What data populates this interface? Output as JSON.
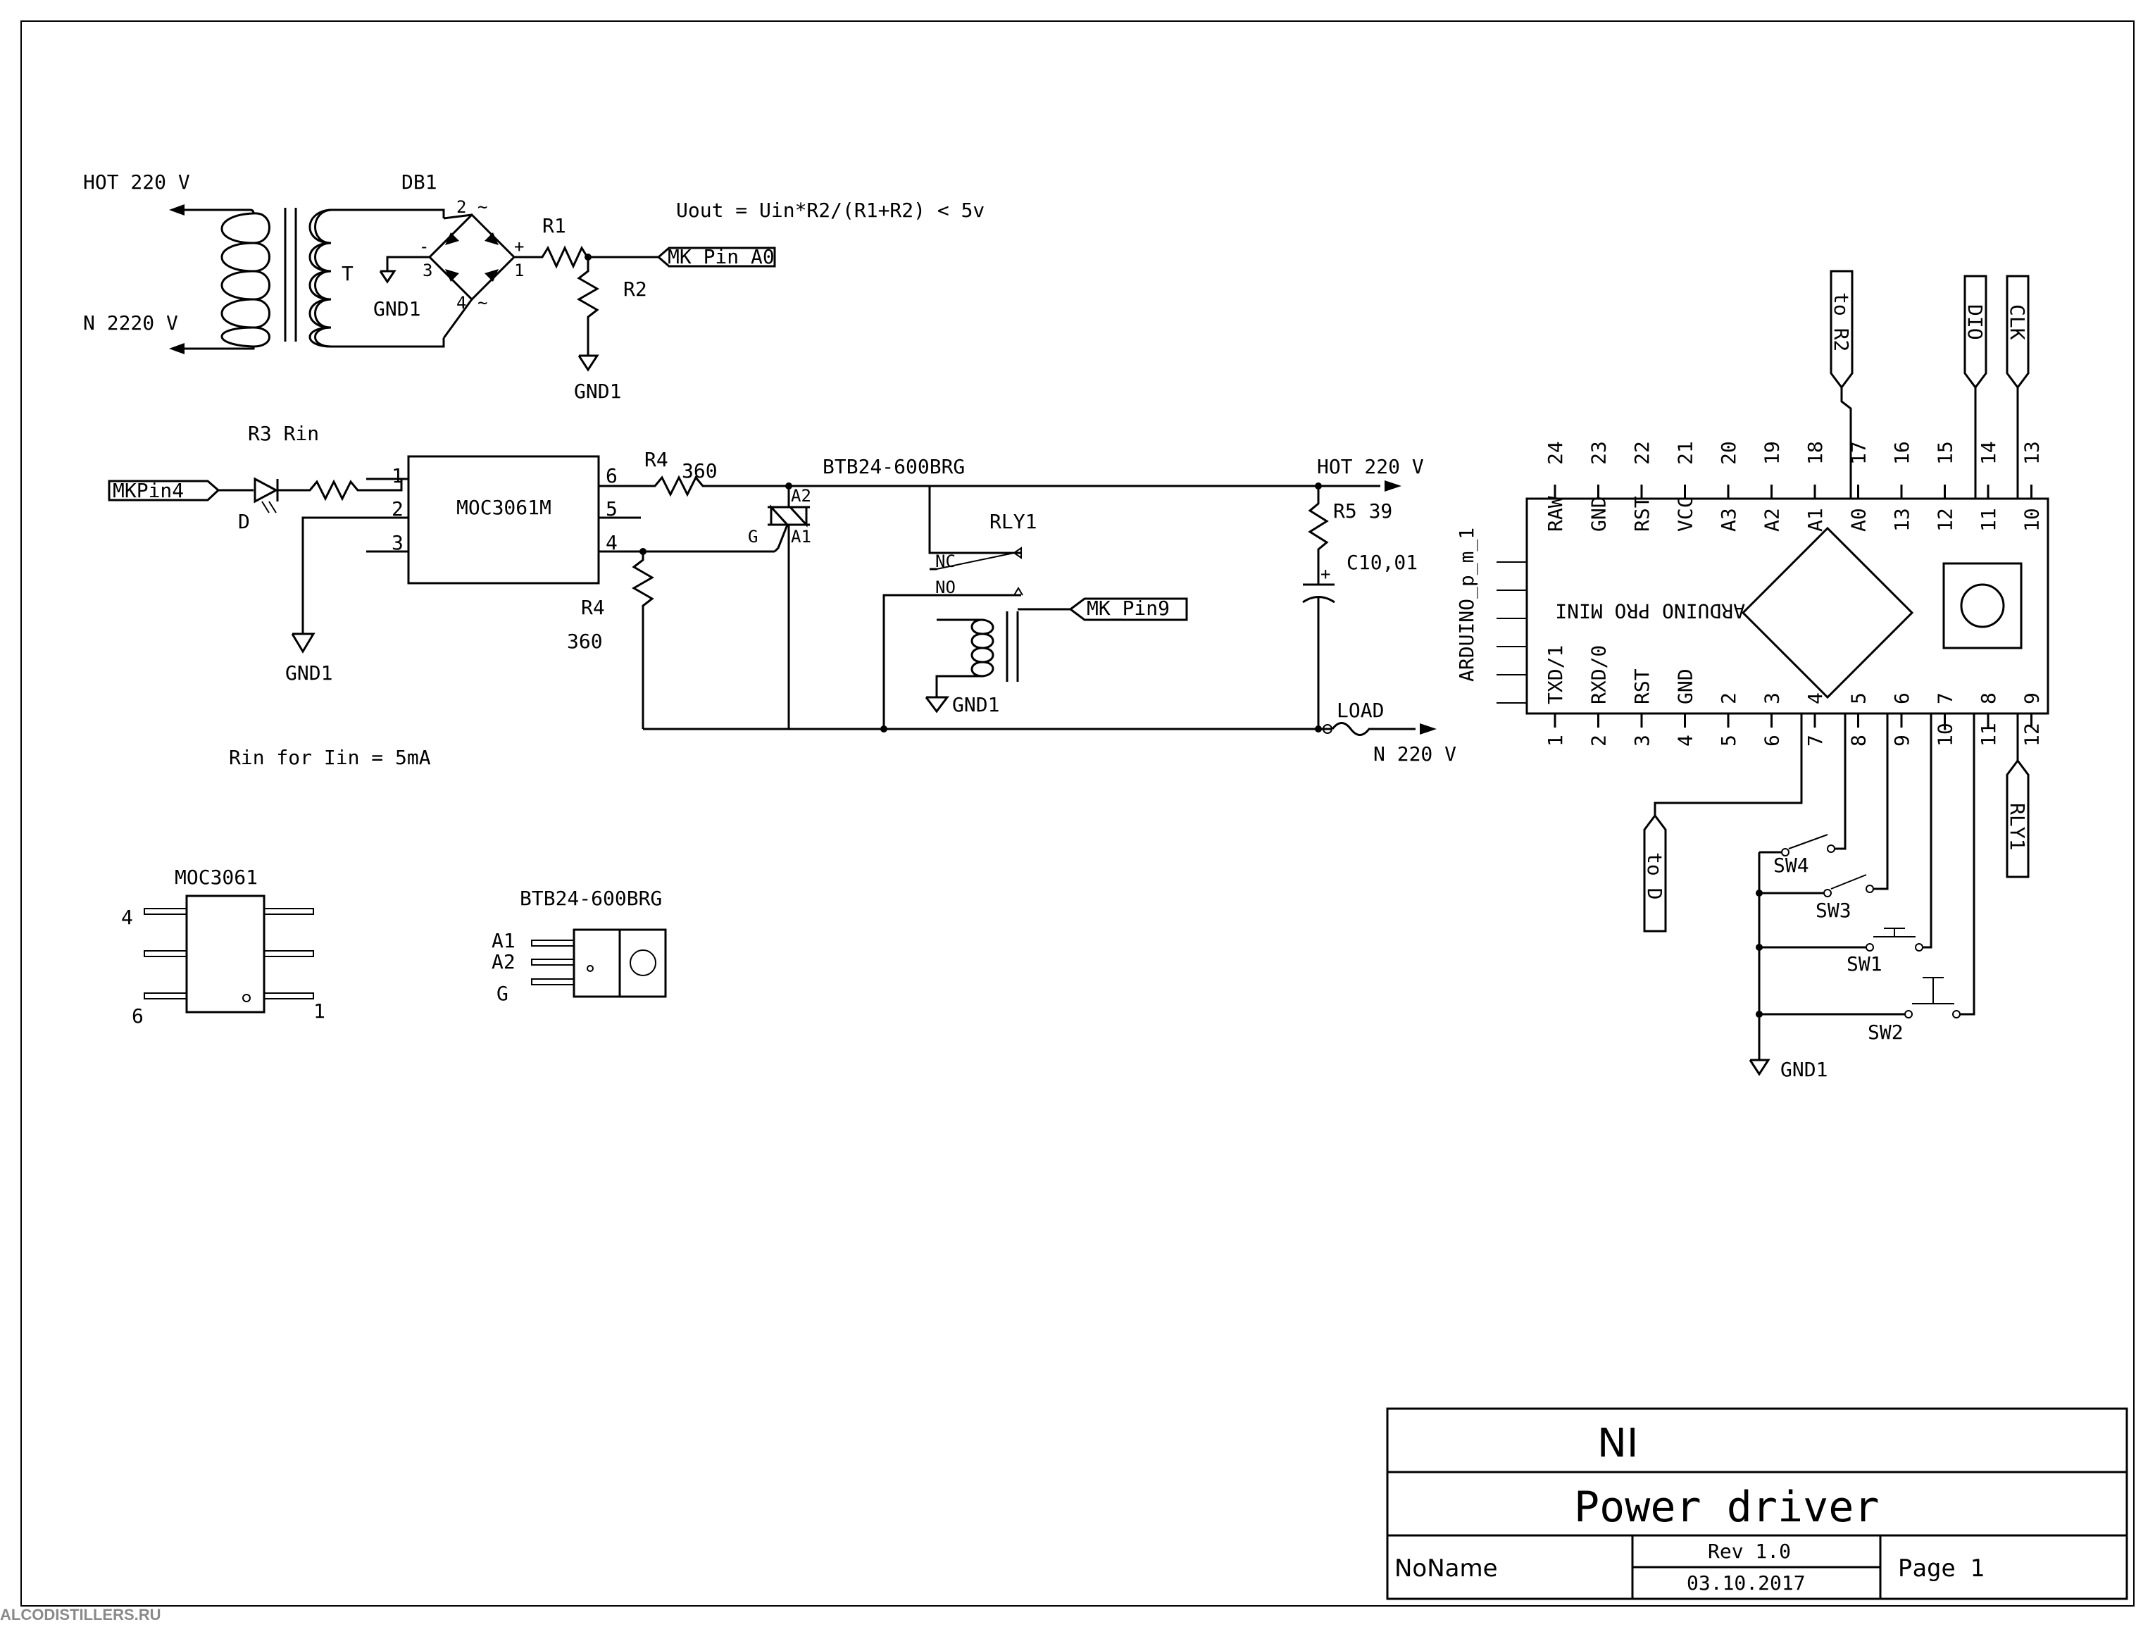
{
  "labels": {
    "hot_220_top": "HOT 220 V",
    "n_2220": "N 2220 V",
    "db1": "DB1",
    "t": "T",
    "r1": "R1",
    "r2": "R2",
    "gnd1": "GND1",
    "uout_formula": "Uout = Uin*R2/(R1+R2) < 5v",
    "mk_pin_a0": "MK Pin A0",
    "r3_rin": "R3 Rin",
    "mkpin4": "MKPin4",
    "d": "D",
    "moc3061m": "MOC3061M",
    "r4_top": "R4",
    "r4_top_val": "360",
    "r4_bottom": "R4",
    "r4_bottom_val": "360",
    "btb24": "BTB24-600BRG",
    "hot_220_right": "HOT 220 V",
    "r5": "R5 39",
    "c1": "C10,01",
    "rly1": "RLY1",
    "nc": "NC",
    "no": "NO",
    "mk_pin9": "MK_Pin9",
    "load": "LOAD",
    "n_220": "N 220 V",
    "rin_note": "Rin for Iin = 5mA",
    "triac_a2": "A2",
    "triac_a1": "A1",
    "triac_g": "G",
    "moc3061_pkg": "MOC3061",
    "btb_pkg": "BTB24-600BRG",
    "pkg_a1": "A1",
    "pkg_a2": "A2",
    "pkg_g": "G",
    "to_r2": "to R2",
    "dio": "DIO",
    "clk": "CLK",
    "to_d": "to D",
    "rly1_flag": "RLY1",
    "arduino_label": "ARDUINO_p_m_1",
    "arduino_name": "ARDUINO PRO MINI",
    "sw1": "SW1",
    "sw2": "SW2",
    "sw3": "SW3",
    "sw4": "SW4"
  },
  "db1_pins": [
    "2",
    "3",
    "4",
    "1",
    "~",
    "~",
    "-",
    "+"
  ],
  "moc_pins": [
    "1",
    "2",
    "3",
    "6",
    "5",
    "4"
  ],
  "moc_pkg_pins": [
    "4",
    "6",
    "1"
  ],
  "arduino": {
    "top_pin_numbers": [
      "24",
      "23",
      "22",
      "21",
      "20",
      "19",
      "18",
      "17",
      "16",
      "15",
      "14",
      "13"
    ],
    "top_pin_names": [
      "RAW",
      "GND",
      "RST",
      "VCC",
      "A3",
      "A2",
      "A1",
      "A0",
      "13",
      "12",
      "11",
      "10"
    ],
    "bottom_pin_names": [
      "TXD/1",
      "RXD/0",
      "RST",
      "GND",
      "2",
      "3",
      "4",
      "5",
      "6",
      "7",
      "8",
      "9"
    ],
    "bottom_pin_numbers": [
      "1",
      "2",
      "3",
      "4",
      "5",
      "6",
      "7",
      "8",
      "9",
      "10",
      "11",
      "12"
    ]
  },
  "title_block": {
    "company": "NI",
    "title": "Power driver",
    "name": "NoName",
    "rev": "Rev 1.0",
    "date": "03.10.2017",
    "page": "Page 1"
  },
  "watermark": "ALCODISTILLERS.RU"
}
